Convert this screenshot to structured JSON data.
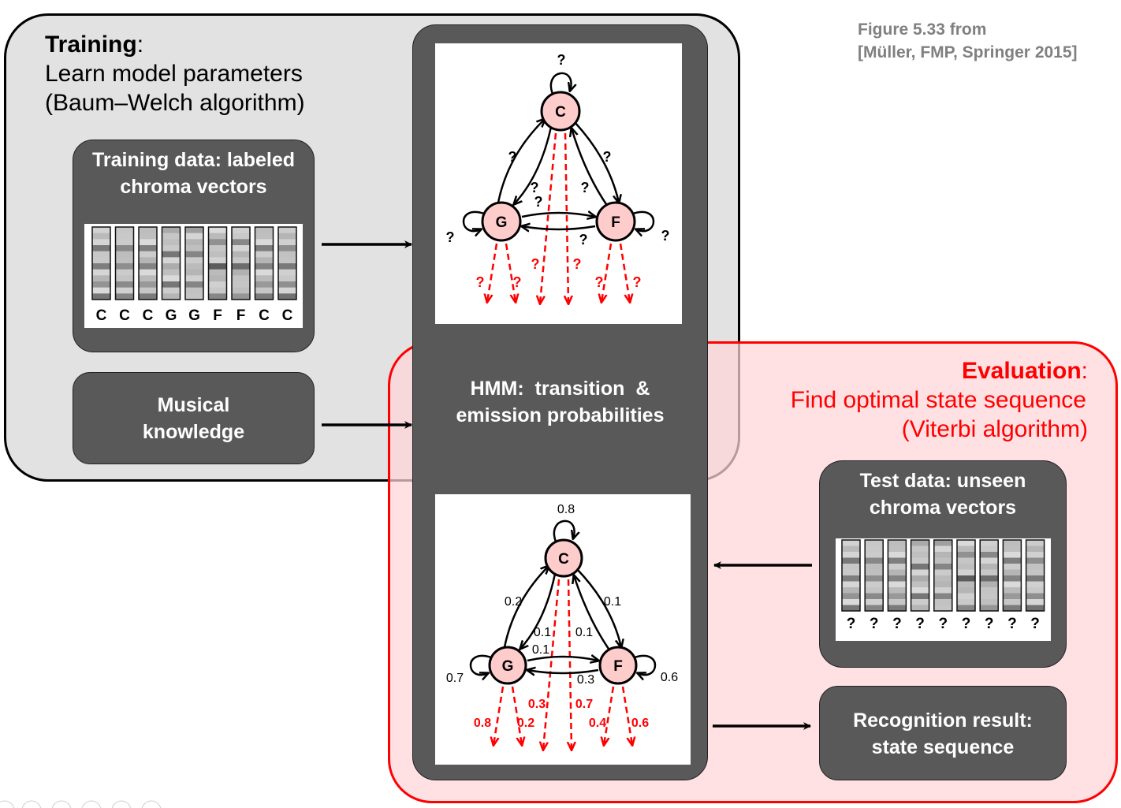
{
  "citation": {
    "line1": "Figure 5.33 from",
    "line2": "[Müller, FMP, Springer 2015]"
  },
  "training": {
    "heading_bold": "Training",
    "heading_colon": ":",
    "line1": "Learn model parameters",
    "line2": "(Baum–Welch algorithm)",
    "data_box": {
      "title_line1": "Training data: labeled",
      "title_line2": "chroma vectors",
      "labels": [
        "C",
        "C",
        "C",
        "G",
        "G",
        "F",
        "F",
        "C",
        "C"
      ]
    },
    "knowledge_box": {
      "line1": "Musical",
      "line2": "knowledge"
    }
  },
  "hmm": {
    "line1": "HMM:  transition  &",
    "line2": "emission probabilities",
    "untrained": {
      "states": [
        "C",
        "G",
        "F"
      ],
      "self_C": "?",
      "self_G": "?",
      "self_F": "?",
      "C_to_G": "?",
      "G_to_C": "?",
      "C_to_F": "?",
      "F_to_C": "?",
      "G_to_F": "?",
      "F_to_G": "?",
      "emissions": [
        "?",
        "?",
        "?",
        "?",
        "?",
        "?"
      ]
    },
    "trained": {
      "states": [
        "C",
        "G",
        "F"
      ],
      "self_C": "0.8",
      "self_G": "0.7",
      "self_F": "0.6",
      "G_to_C": "0.2",
      "C_to_G": "0.1",
      "C_to_F": "0.1",
      "F_to_C": "0.1",
      "G_to_F": "0.1",
      "F_to_G": "0.3",
      "emissions": [
        "0.8",
        "0.2",
        "0.3",
        "0.7",
        "0.4",
        "0.6"
      ]
    }
  },
  "evaluation": {
    "heading_bold": "Evaluation",
    "heading_colon": ":",
    "line1": "Find optimal state sequence",
    "line2": "(Viterbi algorithm)",
    "test_box": {
      "title_line1": "Test data: unseen",
      "title_line2": "chroma vectors",
      "labels": [
        "?",
        "?",
        "?",
        "?",
        "?",
        "?",
        "?",
        "?",
        "?"
      ]
    },
    "result_box": {
      "line1": "Recognition result:",
      "line2": "state sequence"
    }
  },
  "colors": {
    "training_bg": "#e2e2e2",
    "evaluation_bg": "#ffdfe0",
    "evaluation_accent": "#ff0000",
    "box_dark": "#595959",
    "state_fill": "#ffcccc",
    "citation_gray": "#808080"
  }
}
